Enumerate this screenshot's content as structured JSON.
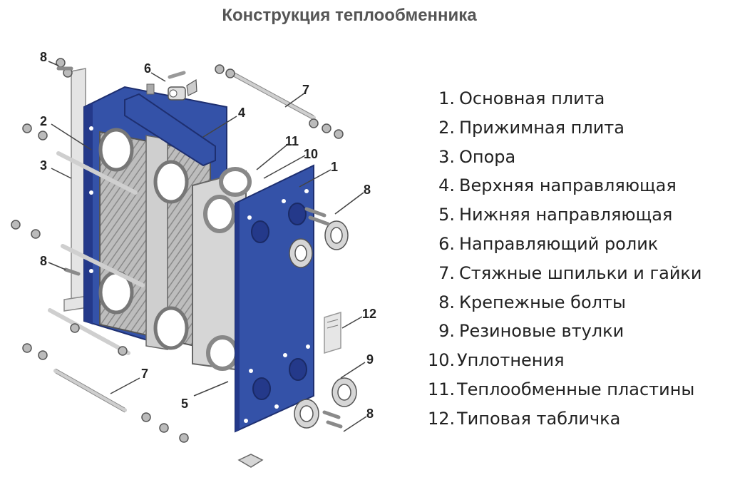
{
  "title": "Конструкция теплообменника",
  "legend": [
    {
      "num": "1.",
      "text": "Основная плита"
    },
    {
      "num": "2.",
      "text": "Прижимная плита"
    },
    {
      "num": "3.",
      "text": "Опора"
    },
    {
      "num": "4.",
      "text": "Верхняя направляющая"
    },
    {
      "num": "5.",
      "text": "Нижняя направляющая"
    },
    {
      "num": "6.",
      "text": "Направляющий ролик"
    },
    {
      "num": "7.",
      "text": "Стяжные шпильки и гайки"
    },
    {
      "num": "8.",
      "text": "Крепежные болты"
    },
    {
      "num": "9.",
      "text": "Резиновые втулки"
    },
    {
      "num": "10.",
      "text": "Уплотнения"
    },
    {
      "num": "11.",
      "text": "Теплообменные пластины"
    },
    {
      "num": "12.",
      "text": "Типовая табличка"
    }
  ],
  "callouts": {
    "c8a": "8",
    "c2": "2",
    "c3": "3",
    "c8b": "8",
    "c6": "6",
    "c4": "4",
    "c7a": "7",
    "c11": "11",
    "c10": "10",
    "c1": "1",
    "c8c": "8",
    "c12": "12",
    "c9": "9",
    "c8d": "8",
    "c5": "5",
    "c7b": "7"
  },
  "colors": {
    "plate_blue": "#3452a8",
    "plate_dark": "#24398a",
    "metal": "#c4c4c4",
    "text": "#222222",
    "title": "#555555"
  }
}
